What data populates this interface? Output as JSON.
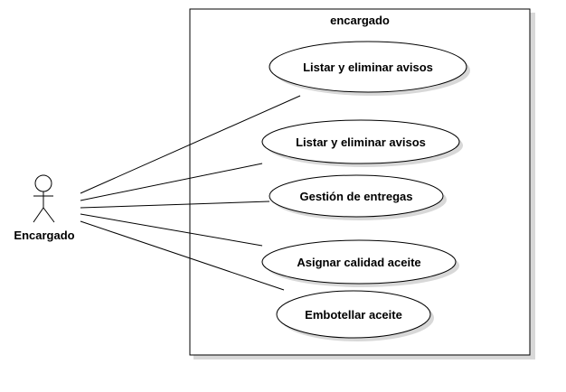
{
  "diagram": {
    "system": {
      "title": "encargado"
    },
    "actor": {
      "name": "Encargado"
    },
    "use_cases": [
      {
        "label": "Listar y eliminar avisos"
      },
      {
        "label": "Listar y eliminar avisos"
      },
      {
        "label": "Gestión de entregas"
      },
      {
        "label": "Asignar calidad aceite"
      },
      {
        "label": "Embotellar aceite"
      }
    ],
    "colors": {
      "line": "#000000",
      "shadow": "#d8d8d8",
      "background": "#ffffff"
    }
  }
}
